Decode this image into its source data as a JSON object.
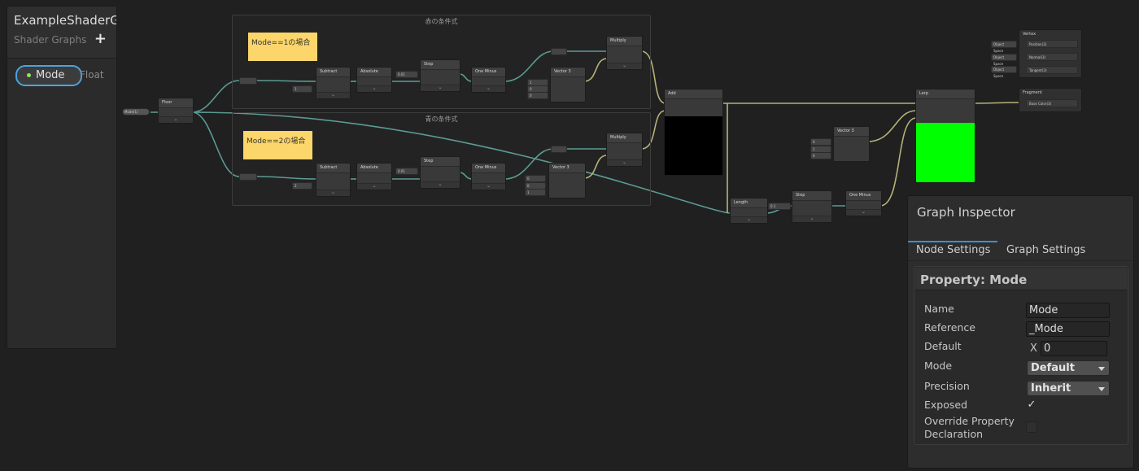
{
  "blackboard": {
    "title": "ExampleShaderGraph",
    "subtitle": "Shader Graphs",
    "add_icon": "plus-icon",
    "property": {
      "name": "Mode",
      "type": "Float",
      "dot_color": "#8fe65c"
    }
  },
  "graph": {
    "groups": [
      {
        "title": "赤の条件式"
      },
      {
        "title": "青の条件式"
      }
    ],
    "sticky_notes": [
      "Mode==1の場合",
      "Mode==2の場合"
    ],
    "nodes": {
      "property_mode": "Mode(1)",
      "floor": "Floor",
      "subtract_1": "Subtract",
      "absolute_1": "Absolute",
      "step_1": "Step",
      "one_minus_1": "One Minus",
      "multiply_1": "Multiply",
      "vector3_1": "Vector 3",
      "subtract_2": "Subtract",
      "absolute_2": "Absolute",
      "step_2": "Step",
      "one_minus_2": "One Minus",
      "multiply_2": "Multiply",
      "vector3_2": "Vector 3",
      "add": "Add",
      "length": "Length",
      "step_3": "Step",
      "one_minus_3": "One Minus",
      "vector3_3": "Vector 3",
      "lerp": "Lerp"
    },
    "port_values": {
      "subtract_1_b": "1",
      "step_1_edge": "0.01",
      "subtract_2_b": "2",
      "step_2_edge": "0.01",
      "step_3_edge": "0.1",
      "vec1": [
        "1",
        "0",
        "0"
      ],
      "vec2": [
        "0",
        "0",
        "1"
      ],
      "vec3": [
        "0",
        "1",
        "0"
      ]
    },
    "master": {
      "vertex_title": "Vertex",
      "vertex_fields": [
        "Position(3)",
        "Normal(3)",
        "Tangent(3)"
      ],
      "vertex_space_labels": [
        "Object Space",
        "Object Space",
        "Object Space"
      ],
      "fragment_title": "Fragment",
      "fragment_fields": [
        "Base Color(3)"
      ]
    },
    "colors": {
      "wire_float": "#5a9a92",
      "wire_vector": "#b6b27a",
      "preview_green": "#00ff00",
      "preview_black": "#000000"
    }
  },
  "inspector": {
    "title": "Graph Inspector",
    "tabs": [
      "Node Settings",
      "Graph Settings"
    ],
    "active_tab": "Node Settings",
    "section_title": "Property: Mode",
    "fields": {
      "name_label": "Name",
      "name_value": "Mode",
      "reference_label": "Reference",
      "reference_value": "_Mode",
      "default_label": "Default",
      "default_axis": "X",
      "default_value": "0",
      "mode_label": "Mode",
      "mode_value": "Default",
      "precision_label": "Precision",
      "precision_value": "Inherit",
      "exposed_label": "Exposed",
      "exposed_checked": true,
      "override_label_line1": "Override Property",
      "override_label_line2": "Declaration",
      "override_checked": false
    }
  }
}
